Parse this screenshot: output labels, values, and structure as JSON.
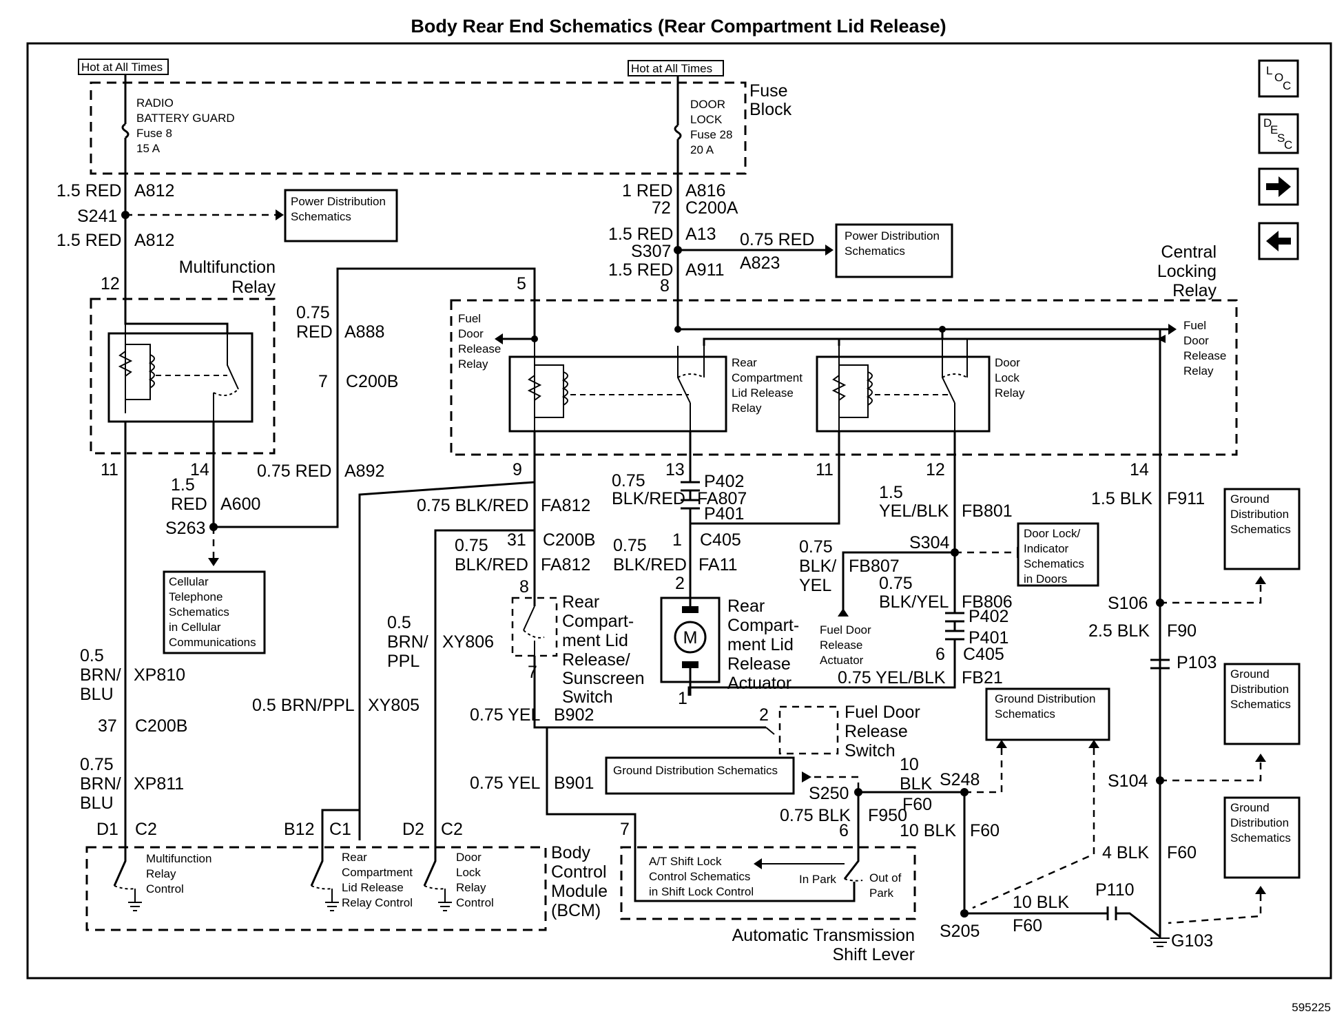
{
  "title": "Body Rear End Schematics (Rear Compartment Lid Release)",
  "doc_number": "595225",
  "nav": {
    "loc": "LOC",
    "desc": "DESC",
    "next": "→",
    "prev": "←"
  },
  "fuse_block": {
    "label1": "Fuse",
    "label2": "Block",
    "hot1": "Hot at All Times",
    "hot2": "Hot at All Times",
    "fuse8": [
      "RADIO",
      "BATTERY GUARD",
      "Fuse 8",
      "15 A"
    ],
    "fuse28": [
      "DOOR",
      "LOCK",
      "Fuse 28",
      "20 A"
    ]
  },
  "wires": {
    "w1": "1.5 RED",
    "w1c": "A812",
    "s241": "S241",
    "w2": "1.5 RED",
    "w2c": "A812",
    "w3": "1 RED",
    "w3c": "A816",
    "p72": "72",
    "c200a": "C200A",
    "w4": "1.5 RED",
    "w4c": "A13",
    "s307": "S307",
    "w5": "1.5 RED",
    "w5c": "A911",
    "p8a": "8",
    "w6": "0.75 RED",
    "w6c": "A823",
    "w7a": "0.75",
    "w7b": "RED",
    "w7c": "A888",
    "p7a": "7",
    "c200b1": "C200B",
    "p5": "5",
    "p12a": "12",
    "p11a": "11",
    "p14a": "14",
    "w8": "0.75 RED",
    "w8c": "A892",
    "w9a": "1.5",
    "w9b": "RED",
    "w9c": "A600",
    "s263": "S263",
    "p9": "9",
    "p13": "13",
    "p11b": "11",
    "p12b": "12",
    "p14b": "14",
    "w10": "0.75 BLK/RED",
    "w10c": "FA812",
    "w11a": "0.75",
    "w11b": "BLK/RED",
    "w11c": "FA807",
    "p402a": "P402",
    "p401a": "P401",
    "w12a": "1.5",
    "w12b": "YEL/BLK",
    "w12c": "FB801",
    "w13": "1.5 BLK",
    "w13c": "F911",
    "w14a": "0.75",
    "w14b": "BLK/RED",
    "w14c": "FA812",
    "p31": "31",
    "c200b2": "C200B",
    "w15a": "0.75",
    "w15b": "BLK/RED",
    "w15c": "FA11",
    "p1a": "1",
    "c405a": "C405",
    "p2": "2",
    "s304": "S304",
    "w16a": "0.75",
    "w16b": "BLK/",
    "w16c": "YEL",
    "w16d": "FB807",
    "w17a": "0.75",
    "w17b": "BLK/YEL",
    "w17c": "FB806",
    "p402b": "P402",
    "p401b": "P401",
    "p6a": "6",
    "c405b": "C405",
    "p8b": "8",
    "w18a": "0.5",
    "w18b": "BRN/",
    "w18c": "PPL",
    "w18d": "XY806",
    "w19a": "0.5",
    "w19b": "BRN/",
    "w19c": "BLU",
    "w19d": "XP810",
    "p37": "37",
    "c200b3": "C200B",
    "w20": "0.5 BRN/PPL",
    "w20c": "XY805",
    "p7b": "7",
    "w21": "0.75 YEL",
    "w21c": "B902",
    "p1b": "1",
    "w22": "0.75 YEL/BLK",
    "w22c": "FB21",
    "p2b": "2",
    "s106": "S106",
    "w23": "2.5 BLK",
    "w23c": "F90",
    "p103": "P103",
    "w24a": "0.75",
    "w24b": "BRN/",
    "w24c": "BLU",
    "w24d": "XP811",
    "w25": "0.75 YEL",
    "w25c": "B901",
    "w26a": "10",
    "w26b": "BLK",
    "s248": "S248",
    "s250": "S250",
    "f60a": "F60",
    "w27": "0.75 BLK",
    "w27c": "F950",
    "p6b": "6",
    "w28": "10 BLK",
    "w28c": "F60",
    "s104": "S104",
    "p7c": "7",
    "w29": "4 BLK",
    "w29c": "F60",
    "w30": "10 BLK",
    "w30c": "F60",
    "p110": "P110",
    "s205": "S205",
    "g103": "G103",
    "d1": "D1",
    "c2a": "C2",
    "b12": "B12",
    "c1": "C1",
    "d2": "D2",
    "c2b": "C2"
  },
  "components": {
    "mfr1": "Multifunction",
    "mfr2": "Relay",
    "clr1": "Central",
    "clr2": "Locking",
    "clr3": "Relay",
    "fdr_left": [
      "Fuel",
      "Door",
      "Release",
      "Relay"
    ],
    "fdr_right": [
      "Fuel",
      "Door",
      "Release",
      "Relay"
    ],
    "rclr": [
      "Rear",
      "Compartment",
      "Lid Release",
      "Relay"
    ],
    "dlr": [
      "Door",
      "Lock",
      "Relay"
    ],
    "sunscreen": [
      "Rear",
      "Compart-",
      "ment Lid",
      "Release/",
      "Sunscreen",
      "Switch"
    ],
    "actuator": [
      "Rear",
      "Compart-",
      "ment Lid",
      "Release",
      "Actuator"
    ],
    "motor": "M",
    "fdra": [
      "Fuel Door",
      "Release",
      "Actuator"
    ],
    "fdrs": [
      "Fuel Door",
      "Release",
      "Switch"
    ],
    "bcm": [
      "Body",
      "Control",
      "Module",
      "(BCM)"
    ],
    "bcm_mfr": [
      "Multifunction",
      "Relay",
      "Control"
    ],
    "bcm_rclr": [
      "Rear",
      "Compartment",
      "Lid Release",
      "Relay Control"
    ],
    "bcm_dlr": [
      "Door",
      "Lock",
      "Relay",
      "Control"
    ],
    "ats": [
      "Automatic Transmission",
      "Shift Lever"
    ],
    "ats_inner": [
      "A/T Shift Lock",
      "Control Schematics",
      "in Shift Lock Control"
    ],
    "in_park": "In Park",
    "out_park": [
      "Out of",
      "Park"
    ]
  },
  "refs": {
    "pds1": [
      "Power Distribution",
      "Schematics"
    ],
    "pds2": [
      "Power Distribution",
      "Schematics"
    ],
    "cell": [
      "Cellular",
      "Telephone",
      "Schematics",
      "in Cellular",
      "Communications"
    ],
    "dlis": [
      "Door Lock/",
      "Indicator",
      "Schematics",
      "in Doors"
    ],
    "gds1": [
      "Ground",
      "Distribution",
      "Schematics"
    ],
    "gds2": [
      "Ground Distribution",
      "Schematics"
    ],
    "gds3": [
      "Ground",
      "Distribution",
      "Schematics"
    ],
    "gds4": [
      "Ground Distribution Schematics"
    ],
    "gds5": [
      "Ground",
      "Distribution",
      "Schematics"
    ]
  }
}
